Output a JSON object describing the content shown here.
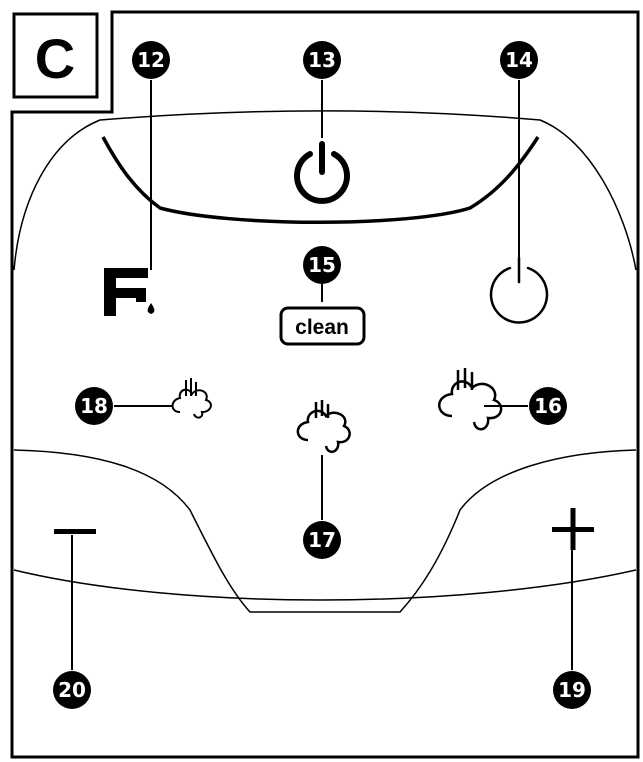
{
  "section": {
    "letter": "C"
  },
  "callouts": {
    "n12": "12",
    "n13": "13",
    "n14": "14",
    "n15": "15",
    "n16": "16",
    "n17": "17",
    "n18": "18",
    "n19": "19",
    "n20": "20"
  },
  "buttons": {
    "clean_label": "clean"
  },
  "icons": {
    "hot_water": "faucet-icon",
    "main_power": "power-icon",
    "standby_power": "power-icon",
    "clean": "clean-button-icon",
    "steam_low": "steam-low-icon",
    "steam_medium": "steam-medium-icon",
    "steam_high": "steam-high-icon",
    "increase": "plus-icon",
    "decrease": "minus-icon"
  },
  "colors": {
    "ink": "#000000",
    "paper": "#ffffff"
  }
}
